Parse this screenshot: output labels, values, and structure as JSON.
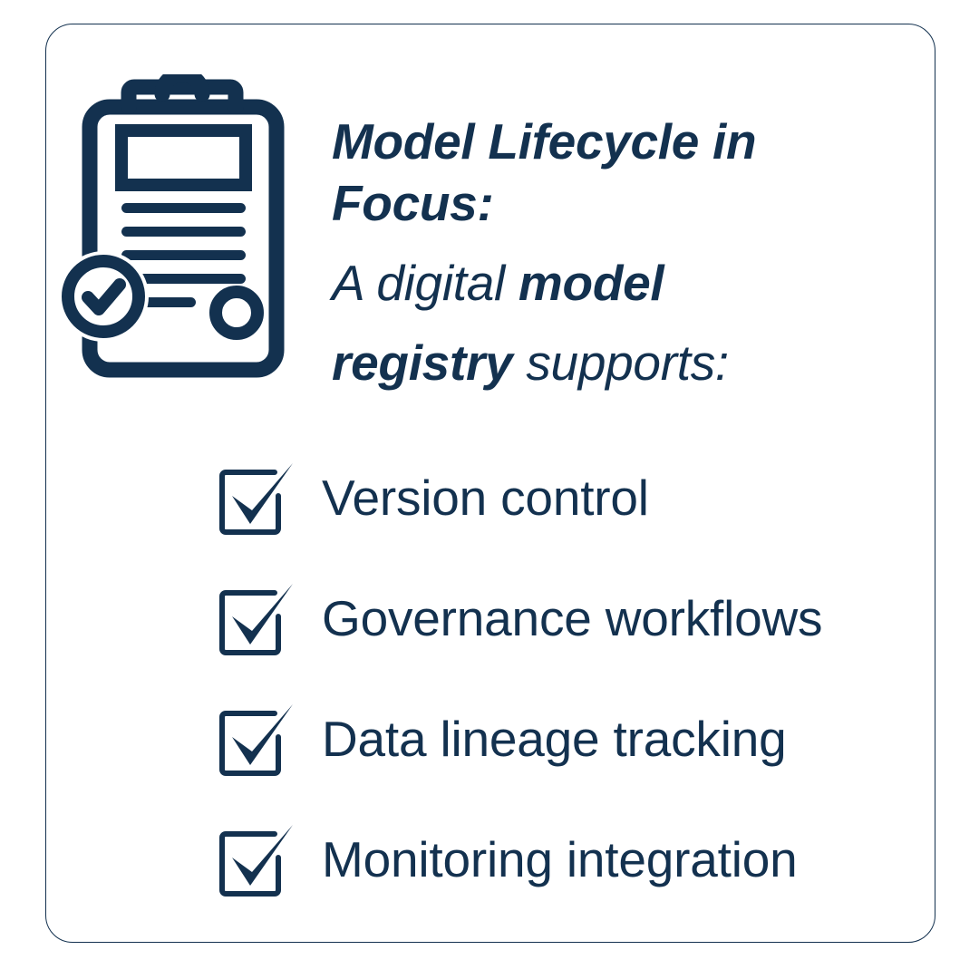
{
  "theme": {
    "background": "#ffffff",
    "card_background": "#ffffff",
    "ink": "#13314f",
    "border": "#13314f"
  },
  "card": {
    "icon": {
      "name": "clipboard-check-icon",
      "description": "clipboard with document lines and a check badge"
    },
    "heading": {
      "title": "Model Lifecycle in Focus:",
      "subtitle_parts": [
        {
          "text": "A digital ",
          "bold": false
        },
        {
          "text": "model registry",
          "bold": true
        },
        {
          "text": " supports:",
          "bold": false
        }
      ],
      "subtitle_plain": "A digital model registry supports:"
    },
    "checklist": {
      "icon_name": "checkbox-checked-icon",
      "items": [
        {
          "label": "Version control",
          "checked": true
        },
        {
          "label": "Governance workflows",
          "checked": true
        },
        {
          "label": "Data lineage tracking",
          "checked": true
        },
        {
          "label": "Monitoring integration",
          "checked": true
        }
      ]
    }
  }
}
